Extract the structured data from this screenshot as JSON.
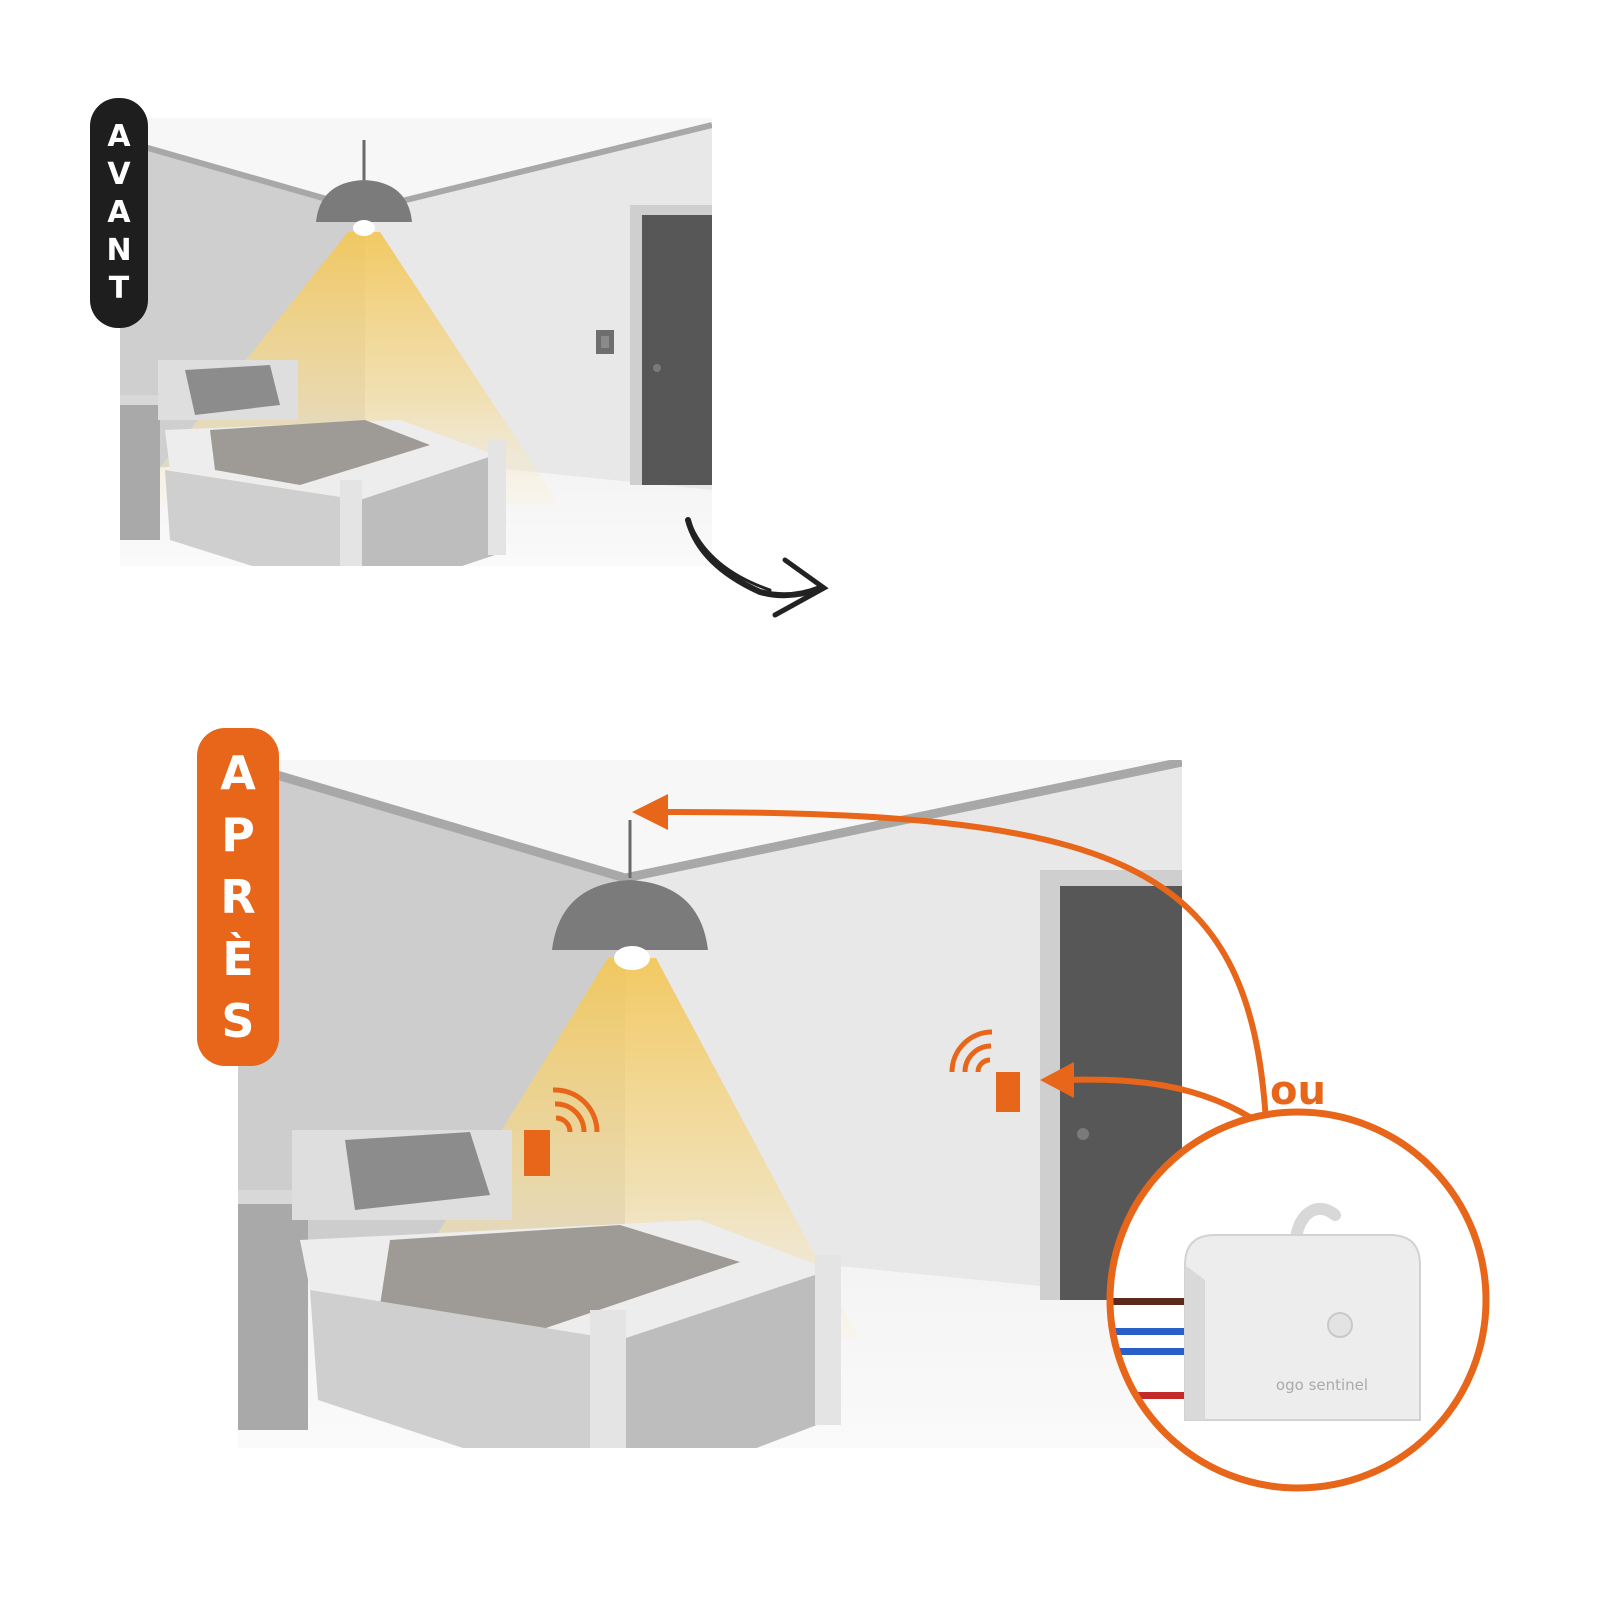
{
  "labels": {
    "before": [
      "A",
      "V",
      "A",
      "N",
      "T"
    ],
    "after": [
      "A",
      "P",
      "R",
      "È",
      "S"
    ],
    "alternative": "ou"
  },
  "product_branding": "ogo sentinel",
  "icons": {
    "hand_drawn_arrow": "curved-arrow-icon",
    "wireless_switch": "wireless-switch-icon",
    "module": "micromodule-icon"
  },
  "colors": {
    "accent": "#e8661a",
    "label_dark": "#1e1e1e",
    "wall": "#e6e6e6",
    "door": "#555555",
    "light_beam": "#f2cc6e"
  }
}
